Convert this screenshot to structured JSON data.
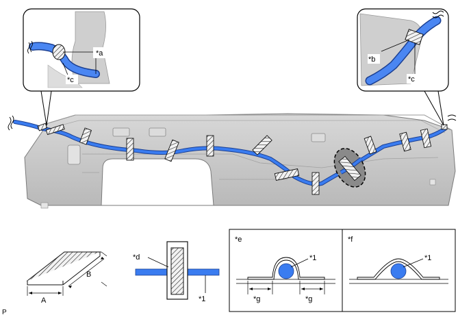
{
  "labels": {
    "star_a": "*a",
    "star_b": "*b",
    "star_c_left": "*c",
    "star_c_right": "*c",
    "star_d": "*d",
    "star_e": "*e",
    "star_f": "*f",
    "star_1_tape": "*1",
    "star_1_e": "*1",
    "star_1_f": "*1",
    "star_g_left": "*g",
    "star_g_right": "*g",
    "dim_a": "A",
    "dim_b": "B",
    "corner_code": "P"
  },
  "colors": {
    "wire": "#2f6fe0",
    "wire_edge": "#1b3f91",
    "panel": "#c9c9c9",
    "panel_edge": "#8a8a8a",
    "tape_fill": "#eeeeee"
  }
}
